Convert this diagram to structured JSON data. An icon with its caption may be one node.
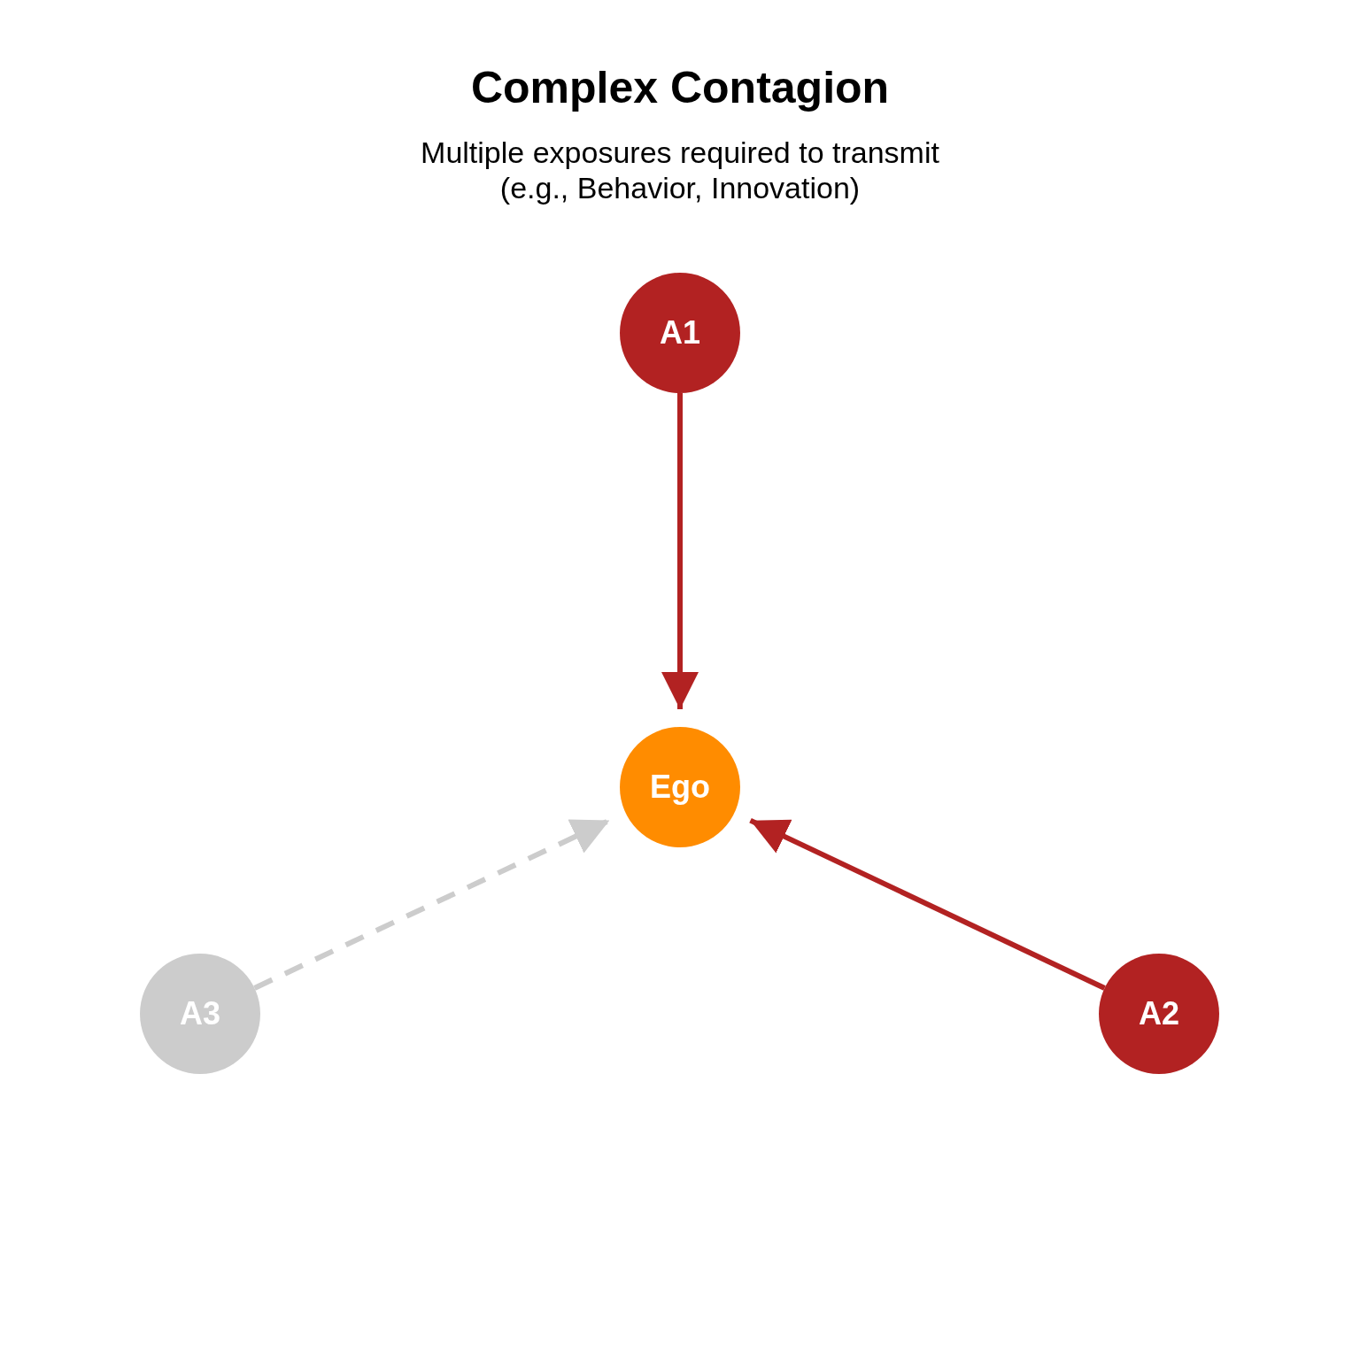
{
  "diagram": {
    "title": "Complex Contagion",
    "nodes": [
      {
        "text": [
          "A1"
        ]
      },
      {
        "text": [
          "Ego"
        ]
      },
      {
        "text": [
          "A3"
        ]
      },
      {
        "text": [
          "A2"
        ]
      }
    ],
    "edges": [
      {
        "from": 0,
        "to": 1,
        "arrow": "to"
      },
      {
        "from": 3,
        "to": 1,
        "arrow": "to"
      },
      {
        "from": 2,
        "to": 1,
        "arrow": "to",
        "style": "dashed",
        "color": "#cccccc"
      }
    ],
    "labels": [
      "Multiple exposures required to transmit (e.g., Behavior, Innovation)"
    ]
  }
}
